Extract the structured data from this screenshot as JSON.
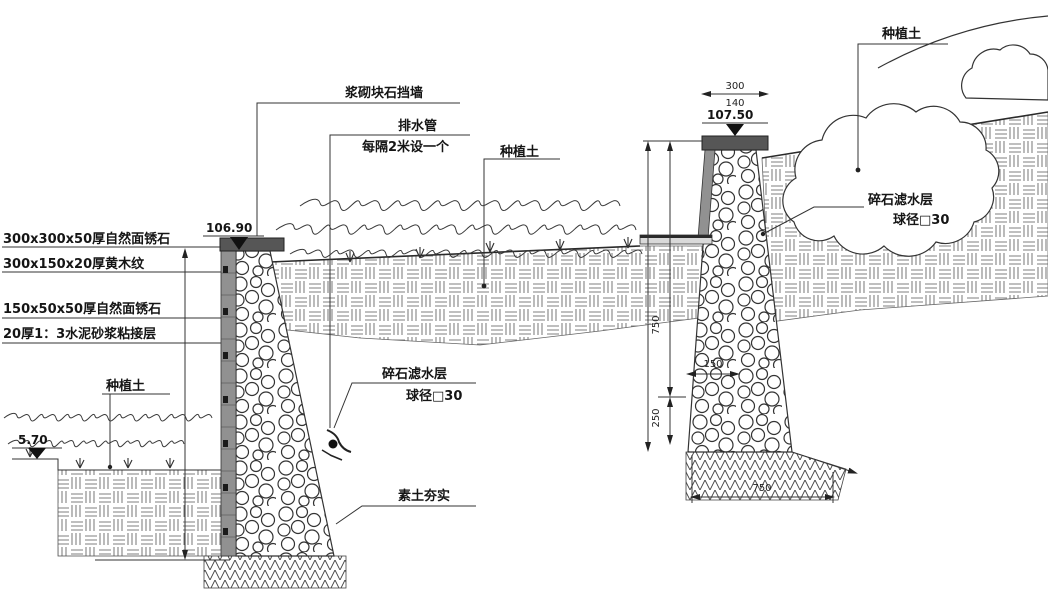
{
  "figure": {
    "type": "retaining-wall-section-detail-drawing",
    "labels": {
      "finish_layer_1": "300x300x50厚自然面锈石",
      "finish_layer_2": "300x150x20厚黄木纹",
      "finish_layer_3": "150x50x50厚自然面锈石",
      "finish_layer_4": "20厚1：3水泥砂浆粘接层",
      "masonry_wall": "浆砌块石挡墙",
      "drain_pipe": "排水管",
      "drain_pipe_note": "每隔2米设一个",
      "planting_soil": "种植土",
      "gravel_filter_layer": "碎石滤水层",
      "gravel_filter_note": "球径□30",
      "compacted_soil": "素土夯实"
    },
    "elevations": {
      "left_wall_top": "106.90",
      "right_wall_top": "107.50",
      "lower_ground": "5.70"
    },
    "dimensions": {
      "right_wall_top_width_outer": "300",
      "right_wall_top_width_inner": "140",
      "right_wall_height_upper": "750",
      "right_wall_height_lower": "250",
      "right_wall_step": "150",
      "right_wall_base_width": "750"
    }
  },
  "colors": {
    "line": "#333333",
    "coping_stone": "#565656",
    "cladding": "#919191",
    "background": "#ffffff"
  }
}
